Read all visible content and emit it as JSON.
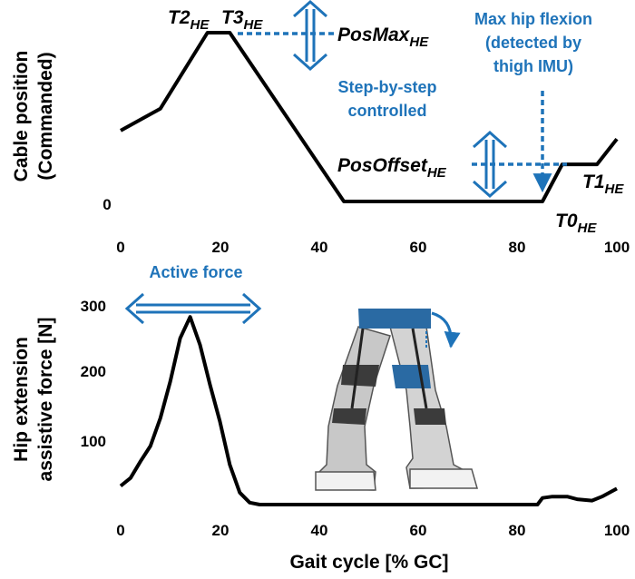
{
  "colors": {
    "curve": "#000000",
    "annotation": "#1e73b9",
    "suit": "#2a6aa3"
  },
  "chart_data": [
    {
      "type": "line",
      "name_role": "top panel",
      "ylabel_lines": [
        "Cable position",
        "(Commanded)"
      ],
      "xlim": [
        0,
        100
      ],
      "x_ticks": [
        "0",
        "20",
        "40",
        "60",
        "80",
        "100"
      ],
      "y_ticks": [
        "0"
      ],
      "points": [
        [
          0,
          0.42
        ],
        [
          8,
          0.55
        ],
        [
          17.5,
          1.0
        ],
        [
          22,
          1.0
        ],
        [
          45,
          0
        ],
        [
          85,
          0
        ],
        [
          89,
          0.22
        ],
        [
          96,
          0.22
        ],
        [
          100,
          0.37
        ]
      ],
      "labels": {
        "t2": "T2",
        "t3": "T3",
        "sub": "HE",
        "posmax": "PosMax",
        "posoffset": "PosOffset",
        "t0": "T0",
        "t1": "T1",
        "step_line1": "Step-by-step",
        "step_line2": "controlled",
        "maxhip_line1": "Max hip flexion",
        "maxhip_line2": "(detected by",
        "maxhip_line3": "thigh IMU)"
      }
    },
    {
      "type": "line",
      "name_role": "bottom panel",
      "ylabel_lines": [
        "Hip extension",
        "assistive force [N]"
      ],
      "xlabel": "Gait cycle [% GC]",
      "xlim": [
        0,
        100
      ],
      "ylim": [
        0,
        300
      ],
      "x_ticks": [
        "0",
        "20",
        "40",
        "60",
        "80",
        "100"
      ],
      "y_ticks": [
        "100",
        "200",
        "300"
      ],
      "points": [
        [
          0,
          28
        ],
        [
          2,
          40
        ],
        [
          4,
          65
        ],
        [
          6,
          88
        ],
        [
          8,
          130
        ],
        [
          10,
          185
        ],
        [
          12,
          250
        ],
        [
          14,
          282
        ],
        [
          16,
          240
        ],
        [
          18,
          180
        ],
        [
          20,
          125
        ],
        [
          22,
          60
        ],
        [
          24,
          18
        ],
        [
          26,
          3
        ],
        [
          28,
          0
        ],
        [
          84,
          0
        ],
        [
          85,
          10
        ],
        [
          87,
          12
        ],
        [
          90,
          12
        ],
        [
          92,
          8
        ],
        [
          95,
          6
        ],
        [
          97,
          12
        ],
        [
          100,
          24
        ]
      ],
      "annotation": "Active force"
    }
  ]
}
